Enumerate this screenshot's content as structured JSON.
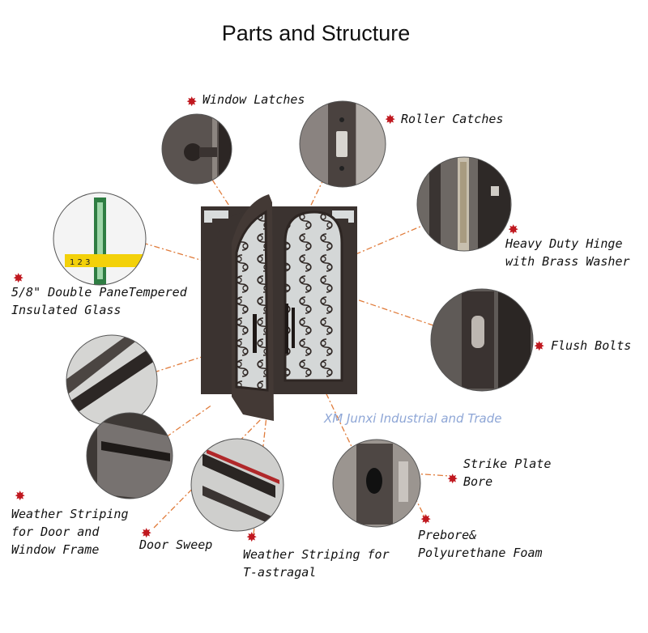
{
  "title": "Parts and Structure",
  "watermark": "XM Junxi Industrial and Trade",
  "colors": {
    "accent_star": "#c0181f",
    "leader_line": "#e07b3a",
    "door_frame": "#3b3330",
    "glass": "#d9dcdc",
    "watermark": "#8ea6d6"
  },
  "labels": {
    "window_latches": "Window Latches",
    "roller_catches": "Roller Catches",
    "hinge_1": "Heavy Duty Hinge",
    "hinge_2": "with Brass Washer",
    "glass_1": "5/8\" Double PaneTempered",
    "glass_2": "Insulated Glass",
    "flush_bolts": "Flush Bolts",
    "strike_1": "Strike Plate",
    "strike_2": "Bore",
    "prebore_1": "Prebore&",
    "prebore_2": "Polyurethane Foam",
    "ws_door_1": "Weather Striping",
    "ws_door_2": "for Door and",
    "ws_door_3": "Window Frame",
    "door_sweep": "Door Sweep",
    "ws_t_1": "Weather Striping for",
    "ws_t_2": "T-astragal"
  },
  "icons": {
    "marker": "star-marker-icon"
  }
}
